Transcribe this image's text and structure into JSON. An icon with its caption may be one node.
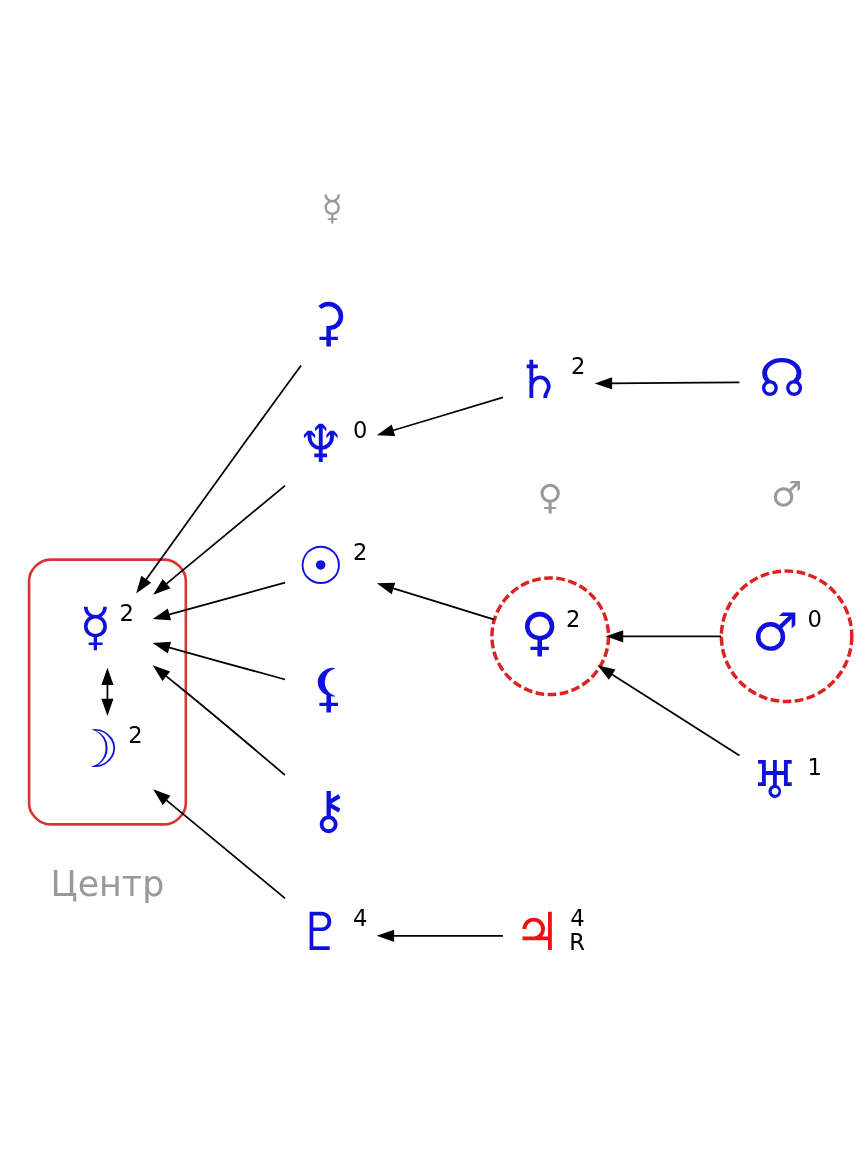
{
  "diagram": {
    "nodes": [
      {
        "text": [],
        "shape": "box"
      },
      {
        "text": [
          "☿",
          "2"
        ],
        "in": 0
      },
      {
        "text": [
          "☽",
          "2"
        ],
        "in": 0
      },
      {
        "text": [
          "⚳"
        ]
      },
      {
        "text": [
          "♆",
          "0"
        ]
      },
      {
        "text": [
          "☉",
          "2"
        ]
      },
      {
        "text": [
          "⚸"
        ]
      },
      {
        "text": [
          "⚷"
        ]
      },
      {
        "text": [
          "♇",
          "4"
        ]
      },
      {
        "text": [
          "♄",
          "2"
        ]
      },
      {
        "text": [
          "♀",
          "2"
        ]
      },
      {
        "text": [
          "♃",
          "4",
          "R"
        ]
      },
      {
        "text": [
          "☊"
        ]
      },
      {
        "text": [
          "♂",
          "0"
        ]
      },
      {
        "text": [
          "♅",
          "1"
        ]
      }
    ],
    "edges": [
      {
        "from": 3,
        "to": 1,
        "arrow": "to"
      },
      {
        "from": 4,
        "to": 1,
        "arrow": "to"
      },
      {
        "from": 5,
        "to": 1,
        "arrow": "to"
      },
      {
        "from": 6,
        "to": 1,
        "arrow": "to"
      },
      {
        "from": 7,
        "to": 1,
        "arrow": "to"
      },
      {
        "from": 2,
        "to": 1,
        "arrow": "both"
      },
      {
        "from": 9,
        "to": 4,
        "arrow": "to"
      },
      {
        "from": 12,
        "to": 9,
        "arrow": "to"
      },
      {
        "from": 10,
        "to": 5,
        "arrow": "to"
      },
      {
        "from": 13,
        "to": 10,
        "arrow": "to"
      },
      {
        "from": 14,
        "to": 10,
        "arrow": "to"
      },
      {
        "from": 8,
        "to": 2,
        "arrow": "to"
      },
      {
        "from": 11,
        "to": 8,
        "arrow": "to"
      }
    ],
    "labels": [
      "Центр",
      "☿",
      "♀",
      "♂"
    ]
  }
}
